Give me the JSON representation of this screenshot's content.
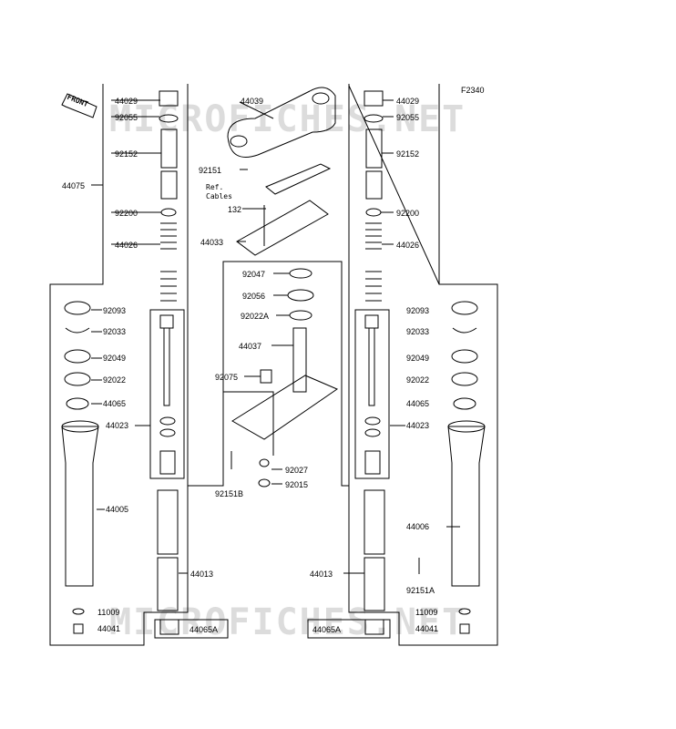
{
  "diagram": {
    "code": "F2340",
    "watermarks": [
      "MICROFICHES.NET",
      "MICROFICHES.NET"
    ],
    "front_arrow_label": "FRONT",
    "ref_note": [
      "Ref.",
      "Cables"
    ],
    "left_fork": {
      "upper": [
        "44029",
        "92055",
        "92152",
        "92200",
        "44026"
      ],
      "assembly": "44075",
      "outer": [
        "92093",
        "92033",
        "92049",
        "92022",
        "44065",
        "44005",
        "11009",
        "44041"
      ],
      "damper": "44023",
      "tube": "44013",
      "bottom": "44065A"
    },
    "right_fork": {
      "upper": [
        "44029",
        "92055",
        "92152",
        "92200",
        "44026"
      ],
      "outer": [
        "92093",
        "92033",
        "92049",
        "92022",
        "44065",
        "44006",
        "92151A",
        "11009",
        "44041"
      ],
      "damper": "44023",
      "tube": "44013",
      "bottom": "44065A"
    },
    "steering": {
      "top": [
        "44039",
        "92151",
        "132",
        "44033"
      ],
      "stem": [
        "92047",
        "92056",
        "92022A",
        "44037",
        "92075",
        "92027",
        "92015",
        "92151B"
      ]
    }
  }
}
